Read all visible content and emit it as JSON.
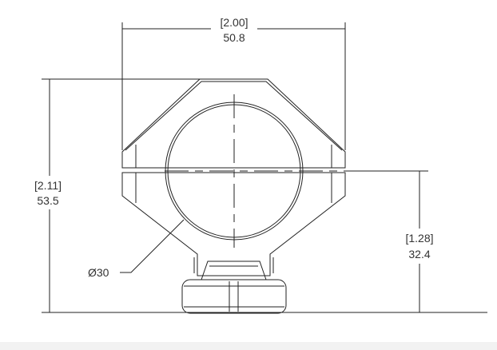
{
  "dimensions": {
    "width": {
      "inches": "[2.00]",
      "mm": "50.8"
    },
    "height": {
      "inches": "[2.11]",
      "mm": "53.5"
    },
    "center_height": {
      "inches": "[1.28]",
      "mm": "32.4"
    },
    "bore_diameter": "Ø30"
  }
}
